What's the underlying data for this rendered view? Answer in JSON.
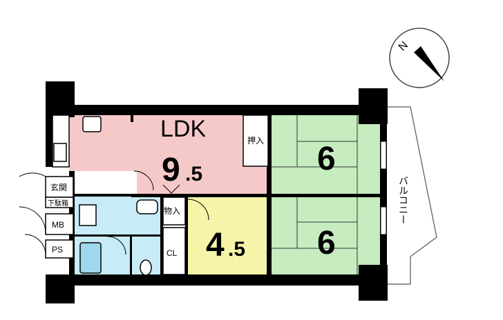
{
  "compass": {
    "label": "N"
  },
  "rooms": {
    "ldk_name": "LDK",
    "ldk_size_int": "9",
    "ldk_size_dec": ".5",
    "jp_room_a_size": "6",
    "jp_room_b_size": "6",
    "western_room_int": "4",
    "western_room_dec": ".5"
  },
  "labels": {
    "entrance": "玄関",
    "shoe_box": "下駄箱",
    "mb": "MB",
    "ps": "PS",
    "oshiire": "押入",
    "monoire": "物入",
    "cl": "CL",
    "balcony": "バルコニー"
  },
  "colors": {
    "ldk": "#f6c9c9",
    "japanese_room": "#c6ecc0",
    "western_room": "#f6f4a8",
    "wet_area": "#c7ecf7",
    "wall": "#000000"
  }
}
